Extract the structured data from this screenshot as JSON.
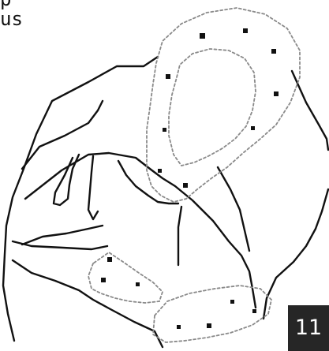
{
  "text": {
    "fragment_line1": "p",
    "fragment_line2": "us"
  },
  "page_badge": "11",
  "colors": {
    "ink": "#111111",
    "dotted": "#8a8a8a",
    "badge_bg": "#262626",
    "badge_fg": "#ffffff"
  },
  "icons": [
    "hand-illustration"
  ]
}
